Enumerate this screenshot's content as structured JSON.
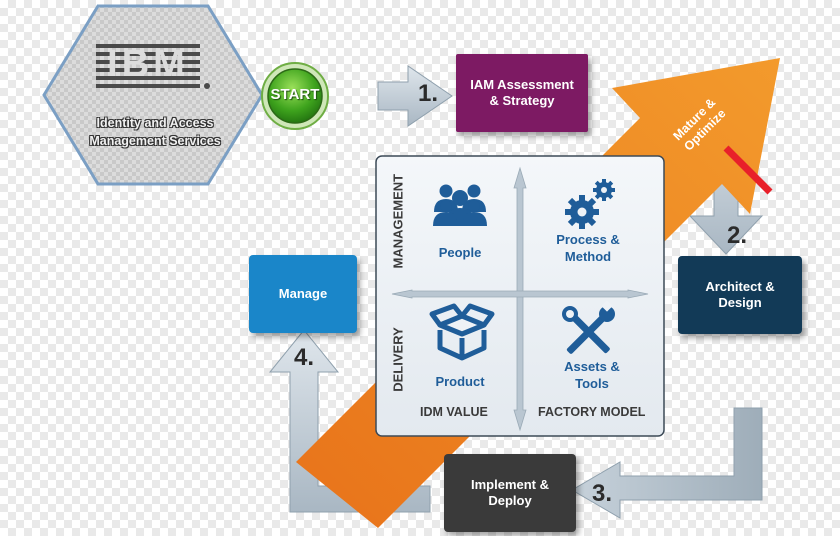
{
  "logo": {
    "text": "IBM",
    "service_name": "Identity and Access Management Services"
  },
  "start_button": {
    "label": "START"
  },
  "steps": [
    {
      "number": "1.",
      "label": "IAM Assessment & Strategy",
      "color": "#7d1a63"
    },
    {
      "number": "2.",
      "label": "Architect & Design",
      "color": "#123a57"
    },
    {
      "number": "3.",
      "label": "Implement & Deploy",
      "color": "#3a3a3a"
    },
    {
      "number": "4.",
      "label": "Manage",
      "color": "#1a86c9"
    }
  ],
  "diagonal_arrow": {
    "label": "Mature & Optimize",
    "color": "#f0851d",
    "edge_color": "#e8202a"
  },
  "matrix": {
    "axis_vertical_top": "MANAGEMENT",
    "axis_vertical_bottom": "DELIVERY",
    "axis_bottom_left": "IDM VALUE",
    "axis_bottom_right": "FACTORY MODEL",
    "quadrants": {
      "people": {
        "label": "People",
        "icon": "people-icon"
      },
      "process": {
        "label": "Process & Method",
        "icon": "gears-icon"
      },
      "product": {
        "label": "Product",
        "icon": "box-icon"
      },
      "assets": {
        "label": "Assets & Tools",
        "icon": "tools-icon"
      }
    }
  }
}
